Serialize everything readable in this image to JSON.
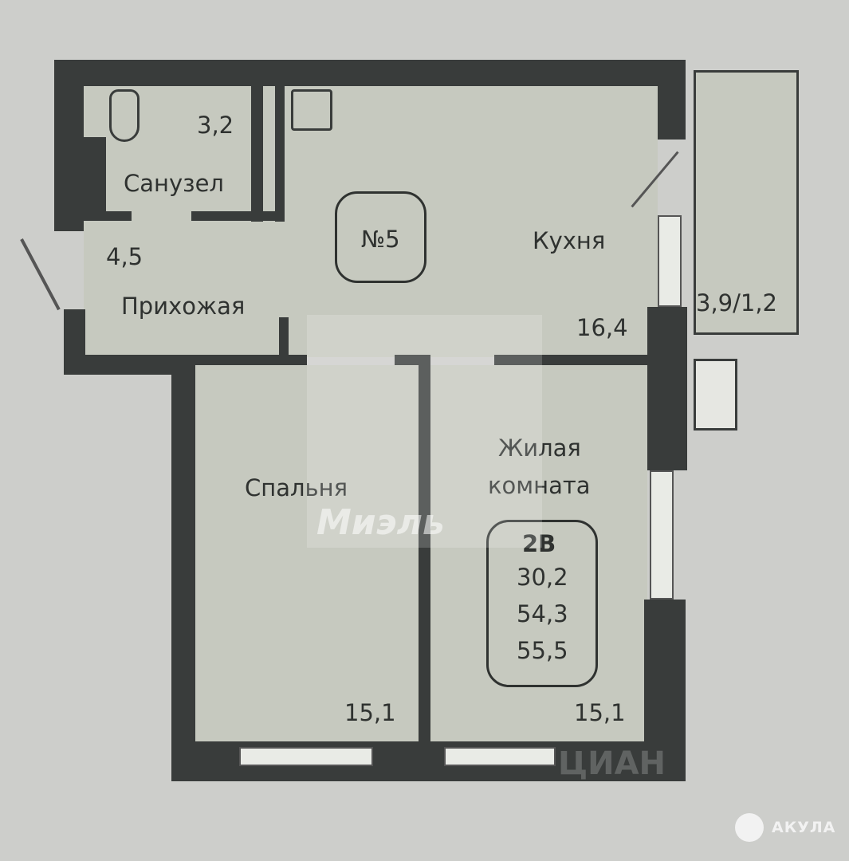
{
  "apartment_number": "№5",
  "rooms": {
    "bathroom": {
      "name": "Санузел",
      "area": "3,2"
    },
    "hallway": {
      "name": "Прихожая",
      "area": "4,5"
    },
    "kitchen": {
      "name": "Кухня",
      "area": "16,4"
    },
    "bedroom": {
      "name": "Спальня",
      "area": "15,1"
    },
    "living_room": {
      "name_line1": "Жилая",
      "name_line2": "комната",
      "area": "15,1"
    },
    "balcony": {
      "area": "3,9/1,2"
    }
  },
  "summary": {
    "type": "2В",
    "living_area": "30,2",
    "total_area": "54,3",
    "total_with_balcony": "55,5"
  },
  "watermark": "Миэль",
  "corner_watermark": "ЦИАН",
  "logo": {
    "text": "АКУЛА"
  }
}
